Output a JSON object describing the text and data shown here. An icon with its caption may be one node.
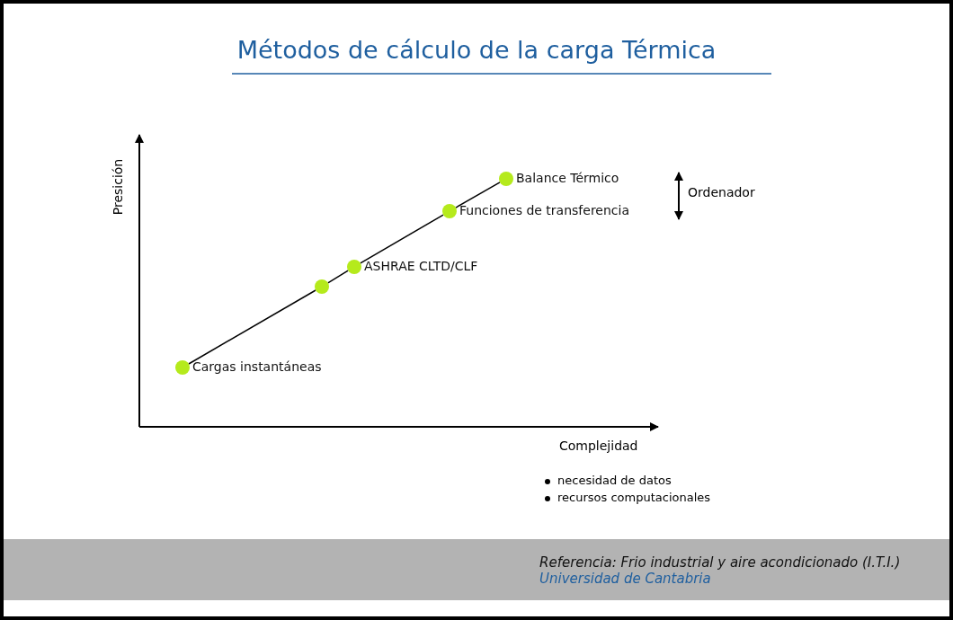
{
  "diagram": {
    "title": "Métodos de cálculo de la carga Térmica",
    "nodes": [
      {
        "text": [],
        "shape": "circle",
        "beside": [
          "Cargas instantáneas"
        ]
      },
      {
        "text": [],
        "shape": "circle"
      },
      {
        "text": [],
        "shape": "circle",
        "beside": [
          "ASHRAE CLTD/CLF"
        ]
      },
      {
        "text": [],
        "shape": "circle",
        "beside": [
          "Funciones de transferencia"
        ]
      },
      {
        "text": [],
        "shape": "circle",
        "beside": [
          "Balance Térmico"
        ]
      }
    ],
    "edges": [
      {
        "from": 0,
        "to": 1,
        "arrow": "none"
      },
      {
        "from": 1,
        "to": 2,
        "arrow": "none"
      },
      {
        "from": 2,
        "to": 3,
        "arrow": "none"
      },
      {
        "from": 3,
        "to": 4,
        "arrow": "none"
      }
    ],
    "labels": [
      "Presición",
      "Ordenador",
      "Complejidad",
      "necesidad de datos",
      "recursos computacionales",
      "Referencia: Frio industrial y aire acondicionado (I.T.I.)",
      "Universidad de Cantabria"
    ]
  }
}
